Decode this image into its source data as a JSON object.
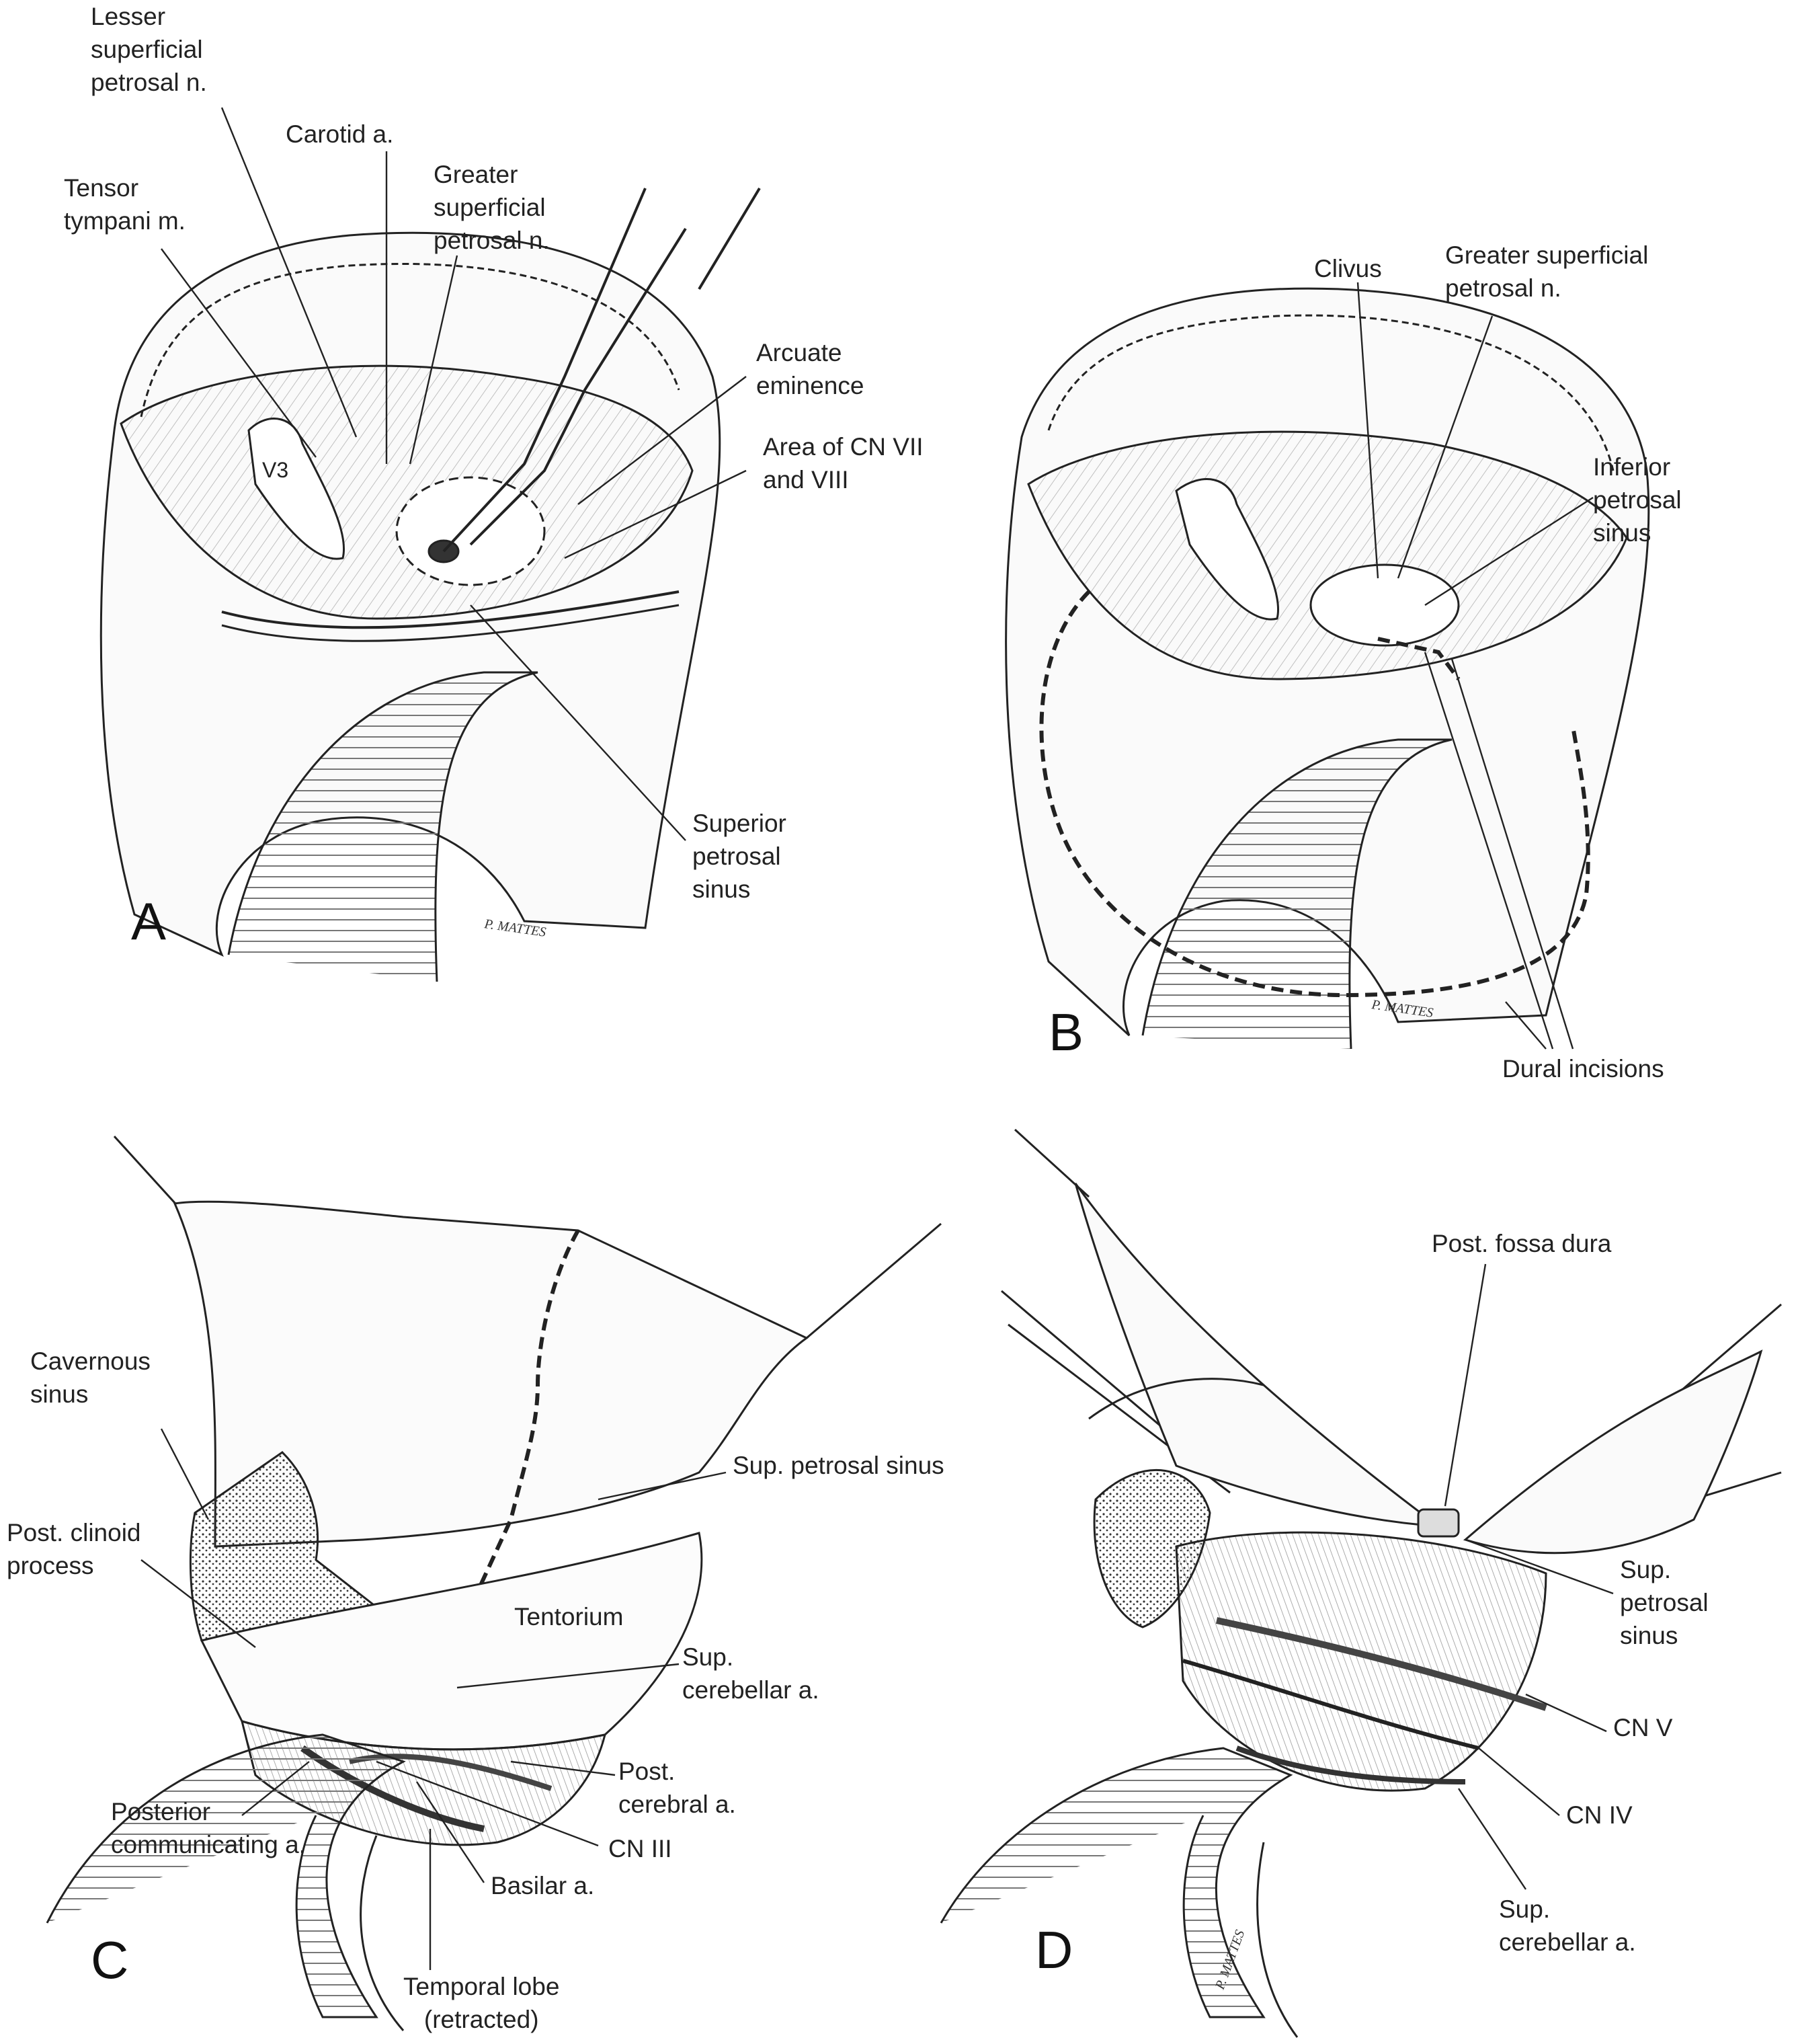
{
  "panels": {
    "A": {
      "letter": "A",
      "labels": {
        "lesser_superficial_petrosal": "Lesser\nsuperficial\npetrosal n.",
        "carotid": "Carotid a.",
        "tensor_tympani": "Tensor\ntympani m.",
        "greater_superficial_petrosal": "Greater\nsuperficial\npetrosal n.",
        "arcuate_eminence": "Arcuate\neminence",
        "cn_vii_viii": "Area of CN VII\nand VIII",
        "v3": "V3",
        "superior_petrosal_sinus": "Superior\npetrosal\nsinus"
      },
      "signature": "P. MATTES"
    },
    "B": {
      "letter": "B",
      "labels": {
        "clivus": "Clivus",
        "greater_superficial_petrosal": "Greater superficial\npetrosal n.",
        "inferior_petrosal_sinus": "Inferior\npetrosal\nsinus",
        "dural_incisions": "Dural incisions"
      },
      "signature": "P. MATTES"
    },
    "C": {
      "letter": "C",
      "labels": {
        "cavernous_sinus": "Cavernous\nsinus",
        "sup_petrosal_sinus": "Sup. petrosal sinus",
        "post_clinoid_process": "Post. clinoid\nprocess",
        "tentorium": "Tentorium",
        "sup_cerebellar": "Sup.\ncerebellar a.",
        "post_cerebral": "Post.\ncerebral a.",
        "posterior_communicating": "Posterior\ncommunicating a.",
        "cn_iii": "CN III",
        "basilar": "Basilar a.",
        "temporal_lobe": "Temporal lobe\n(retracted)"
      }
    },
    "D": {
      "letter": "D",
      "labels": {
        "post_fossa_dura": "Post. fossa dura",
        "sup_petrosal_sinus": "Sup.\npetrosal\nsinus",
        "cn_v": "CN V",
        "cn_iv": "CN IV",
        "sup_cerebellar": "Sup.\ncerebellar a."
      },
      "signature": "P. MATTES"
    }
  }
}
